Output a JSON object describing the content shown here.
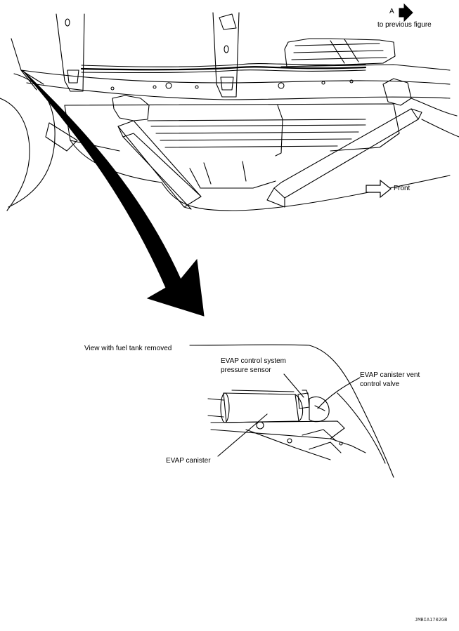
{
  "labels": {
    "callout_letter": "A",
    "previous_figure": "to previous figure",
    "front": "Front",
    "view_caption": "View with fuel tank removed",
    "pressure_sensor_line1": "EVAP control system",
    "pressure_sensor_line2": "pressure sensor",
    "vent_valve_line1": "EVAP canister vent",
    "vent_valve_line2": "control valve",
    "canister": "EVAP canister"
  },
  "reference_code": "JMBIA1702GB",
  "icons": {
    "callout_arrow": "filled-right-arrow-icon",
    "front_arrow": "outline-right-arrow-icon",
    "view_pointer": "curved-pointer-arrow-icon"
  },
  "colors": {
    "line": "#000000",
    "background": "#ffffff"
  }
}
